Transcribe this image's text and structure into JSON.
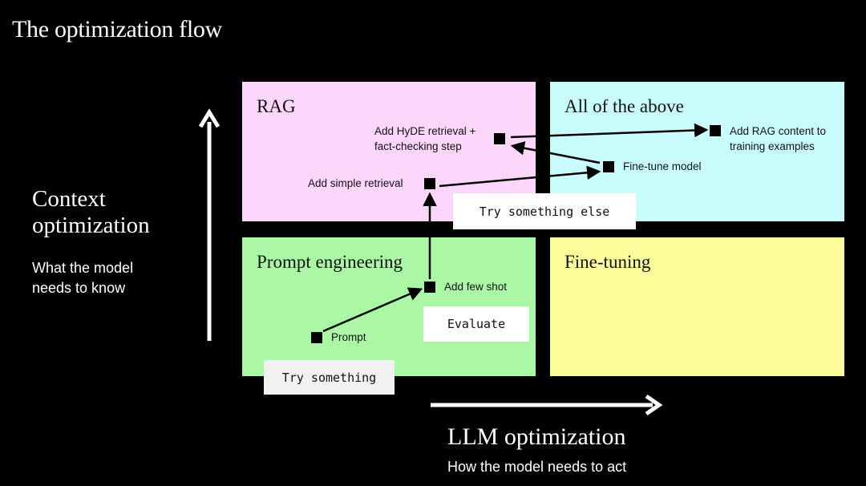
{
  "title": "The optimization flow",
  "y_axis": {
    "title": "Context optimization",
    "subtitle": "What the model needs to know"
  },
  "x_axis": {
    "title": "LLM optimization",
    "subtitle": "How the model needs to act"
  },
  "quadrants": {
    "rag": "RAG",
    "all_of_above": "All of the above",
    "prompt_engineering": "Prompt engineering",
    "fine_tuning": "Fine-tuning"
  },
  "nodes": {
    "prompt": "Prompt",
    "few_shot": "Add few shot",
    "simple_retrieval": "Add simple retrieval",
    "hyde_line1": "Add HyDE retrieval +",
    "hyde_line2": "fact-checking step",
    "fine_tune": "Fine-tune model",
    "rag_content_line1": "Add RAG content to",
    "rag_content_line2": "training examples"
  },
  "buttons": {
    "try_something": "Try something",
    "evaluate": "Evaluate",
    "try_something_else": "Try something else"
  },
  "colors": {
    "rag": "#fdd7fb",
    "all_of_above": "#c9fdfd",
    "prompt_engineering": "#aaf8a5",
    "fine_tuning": "#fdfd9c"
  }
}
